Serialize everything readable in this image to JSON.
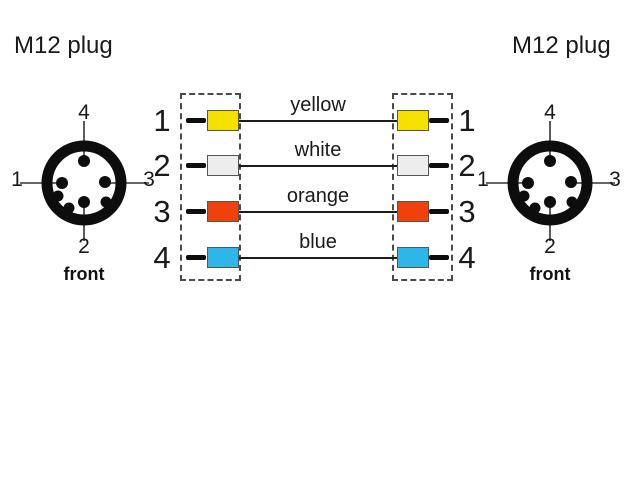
{
  "titles": {
    "left": "M12 plug",
    "right": "M12 plug"
  },
  "left_connector": {
    "pin_top": "4",
    "pin_left": "1",
    "pin_right": "3",
    "pin_bottom": "2",
    "caption": "front"
  },
  "right_connector": {
    "pin_top": "4",
    "pin_left": "1",
    "pin_right": "3",
    "pin_bottom": "2",
    "caption": "front"
  },
  "wiring": {
    "rows": [
      {
        "left_pin": "1",
        "right_pin": "1",
        "wire_label": "yellow",
        "wire_color": "#f5e000"
      },
      {
        "left_pin": "2",
        "right_pin": "2",
        "wire_label": "white",
        "wire_color": "#ededed"
      },
      {
        "left_pin": "3",
        "right_pin": "3",
        "wire_label": "orange",
        "wire_color": "#f0410c"
      },
      {
        "left_pin": "4",
        "right_pin": "4",
        "wire_label": "blue",
        "wire_color": "#2eb6e8"
      }
    ]
  },
  "colors": {
    "line": "#1c1c1c",
    "connector": "#0d0d0d",
    "background": "#ffffff"
  }
}
